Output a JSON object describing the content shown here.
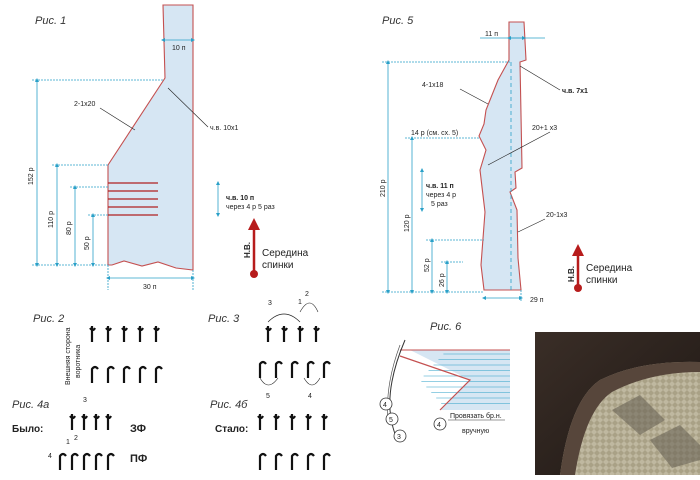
{
  "fig1": {
    "caption": "Рис. 1",
    "top_width": "10 п",
    "decrease_a": "2-1х20",
    "short_rows": "ч.в. 10х1",
    "height_total": "152 р",
    "height_mid": "110 р",
    "height_80": "80 р",
    "height_50": "50 р",
    "short_rows2_line1": "ч.в. 10 п",
    "short_rows2_line2": "через 4 р 5 раз",
    "bottom_width": "30 п",
    "direction_label": "Н.В.",
    "center_line1": "Середина",
    "center_line2": "спинки"
  },
  "fig5": {
    "caption": "Рис. 5",
    "top_width": "11 п",
    "short_rows_top": "ч.в. 7х1",
    "decrease_a": "4-1х18",
    "ref": "14 р (см. сх. 5)",
    "increase": "20+1 х3",
    "short_rows_line1": "ч.в. 11 п",
    "short_rows_line2": "через 4 р",
    "short_rows_line3": "5 раз",
    "height_total": "210 р",
    "height_120": "120 р",
    "height_52": "52 р",
    "height_26": "26 р",
    "decrease_b": "20-1х3",
    "bottom_width": "29 п",
    "direction_label": "Н.В.",
    "center_line1": "Середина",
    "center_line2": "спинки"
  },
  "fig2": {
    "caption": "Рис. 2",
    "side_line1": "Внешняя сторона",
    "side_line2": "воротника"
  },
  "fig3": {
    "caption": "Рис. 3",
    "n1": "1",
    "n2": "2",
    "n3": "3",
    "n4": "4",
    "n5": "5"
  },
  "fig4a": {
    "caption": "Рис. 4а",
    "was": "Было:",
    "zf": "ЗФ",
    "pf": "ПФ",
    "n1": "1",
    "n2": "2",
    "n3": "3",
    "n4": "4"
  },
  "fig4b": {
    "caption": "Рис. 4б",
    "became": "Стало:"
  },
  "fig6": {
    "caption": "Рис. 6",
    "note_line1": "Провязать бр.н.",
    "note_line2": "вручную",
    "n4a": "4",
    "n5": "5",
    "n3": "3",
    "n4b": "4"
  },
  "colors": {
    "accent": "#c0392b",
    "fabric_fill": "#d6e6f3",
    "dimension": "#2aa0c8"
  }
}
